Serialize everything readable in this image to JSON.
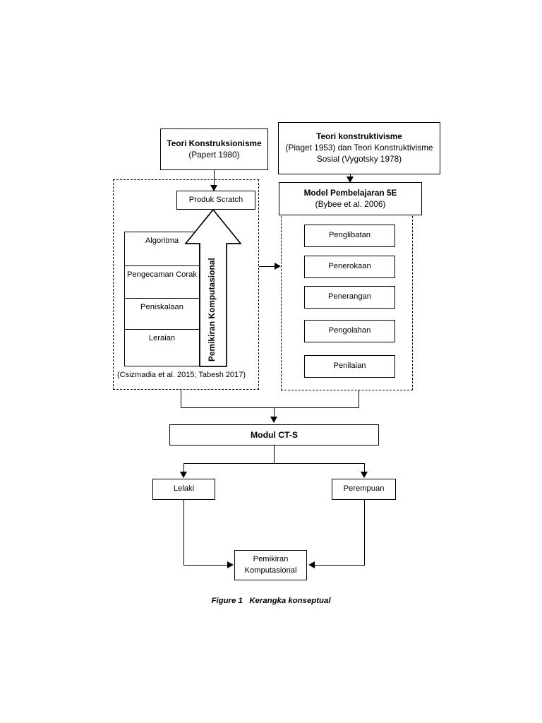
{
  "figure": {
    "caption": "Figure 1   Kerangka konseptual"
  },
  "theory_boxes": [
    {
      "id": "teori-konstruksionisme",
      "line1": "Teori Konstruksionisme",
      "line2": "(Papert 1980)"
    },
    {
      "id": "teori-konstruktivisme",
      "line1": "Teori konstruktivisme",
      "line2": "(Piaget 1953) dan Teori Konstruktivisme",
      "line3": "Sosial (Vygotsky 1978)"
    }
  ],
  "left_group": {
    "product_box": "Produk Scratch",
    "arrow_label": "Pemikiran Komputasional",
    "skills": [
      "Algoritma",
      "Pengecaman Corak",
      "Peniskalaan",
      "Leraian"
    ],
    "citation": "(Csizmadia et al. 2015; Tabesh 2017)"
  },
  "right_group": {
    "model_box": {
      "line1": "Model Pembelajaran 5E",
      "line2": "(Bybee et al. 2006)"
    },
    "phases": [
      "Penglibatan",
      "Penerokaan",
      "Penerangan",
      "Pengolahan",
      "Penilaian"
    ]
  },
  "outcome": {
    "module": "Modul CT-S",
    "groups": [
      "Lelaki",
      "Perempuan"
    ],
    "result_line1": "Pemikiran",
    "result_line2": "Komputasional"
  },
  "colors": {
    "stroke": "#000000",
    "background": "#ffffff"
  }
}
